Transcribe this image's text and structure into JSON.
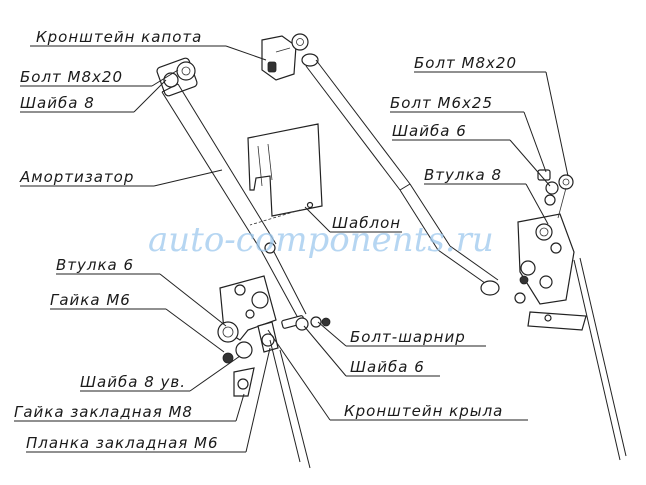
{
  "labels": {
    "hood_bracket": "Кронштейн капота",
    "bolt_m8x20_left": "Болт M8x20",
    "washer_8_left": "Шайба 8",
    "shock_absorber": "Амортизатор",
    "template": "Шаблон",
    "bushing_6": "Втулка 6",
    "nut_m6": "Гайка M6",
    "washer_8_reinforced": "Шайба 8 ув.",
    "embedded_nut_m8": "Гайка закладная M8",
    "embedded_plate_m6": "Планка закладная M6",
    "bolt_hinge": "Болт-шарнир",
    "washer_6_center": "Шайба 6",
    "wing_bracket": "Кронштейн крыла",
    "bolt_m8x20_right": "Болт M8x20",
    "bolt_m6x25": "Болт M6x25",
    "washer_6_right": "Шайба 6",
    "bushing_8": "Втулка 8"
  },
  "watermark": "auto-components.ru"
}
